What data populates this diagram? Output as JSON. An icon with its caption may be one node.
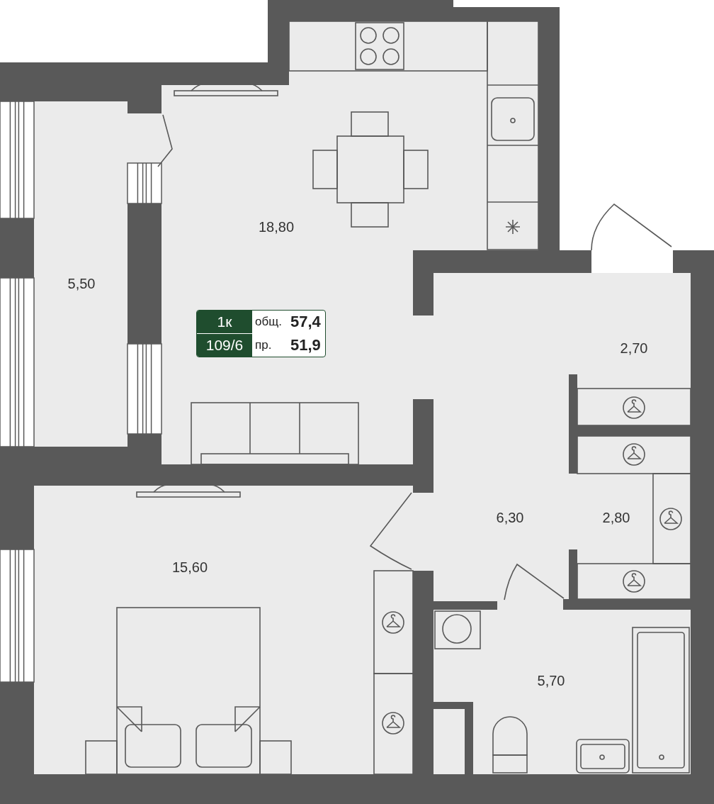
{
  "diagram": {
    "nodes": [
      {
        "text": [
          "18,80"
        ]
      },
      {
        "text": [
          "5,50"
        ]
      },
      {
        "text": [
          "1к",
          "109/6",
          "общ.",
          "57,4",
          "пр.",
          "51,9"
        ],
        "in": 0
      },
      {
        "text": [
          "2,70"
        ]
      },
      {
        "text": [
          "6,30"
        ]
      },
      {
        "text": [
          "2,80"
        ]
      },
      {
        "text": [
          "15,60"
        ]
      },
      {
        "text": [
          "5,70"
        ]
      }
    ],
    "edges": []
  }
}
